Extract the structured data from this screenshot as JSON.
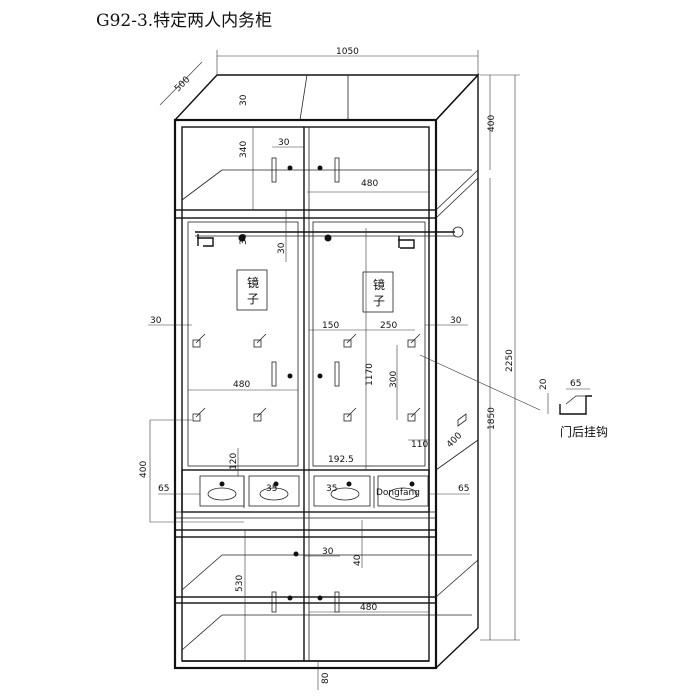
{
  "title": "G92-3.特定两人内务柜",
  "mirror_label": [
    "镜",
    "子"
  ],
  "hook_label": "门后挂钩",
  "brand_text": "Dongfang",
  "dims": {
    "d1050": "1050",
    "d500": "500",
    "d400_top": "400",
    "d2250": "2250",
    "d1850": "1850",
    "d30_a": "30",
    "d30_b": "30",
    "d340": "340",
    "d480_top": "480",
    "d30_c": "30",
    "d30_d": "30",
    "d30_left": "30",
    "d150": "150",
    "d250": "250",
    "d30_right": "30",
    "d480_mid": "480",
    "d1170": "1170",
    "d300": "300",
    "d110": "110",
    "d400_side": "400",
    "d400_left": "400",
    "d120": "120",
    "d192_5": "192.5",
    "d65_left": "65",
    "d35_a": "35",
    "d35_b": "35",
    "d65_right": "65",
    "d30_low": "30",
    "d40": "40",
    "d530": "530",
    "d480_low": "480",
    "d80": "80",
    "d20_hook": "20",
    "d65_hook": "65"
  }
}
